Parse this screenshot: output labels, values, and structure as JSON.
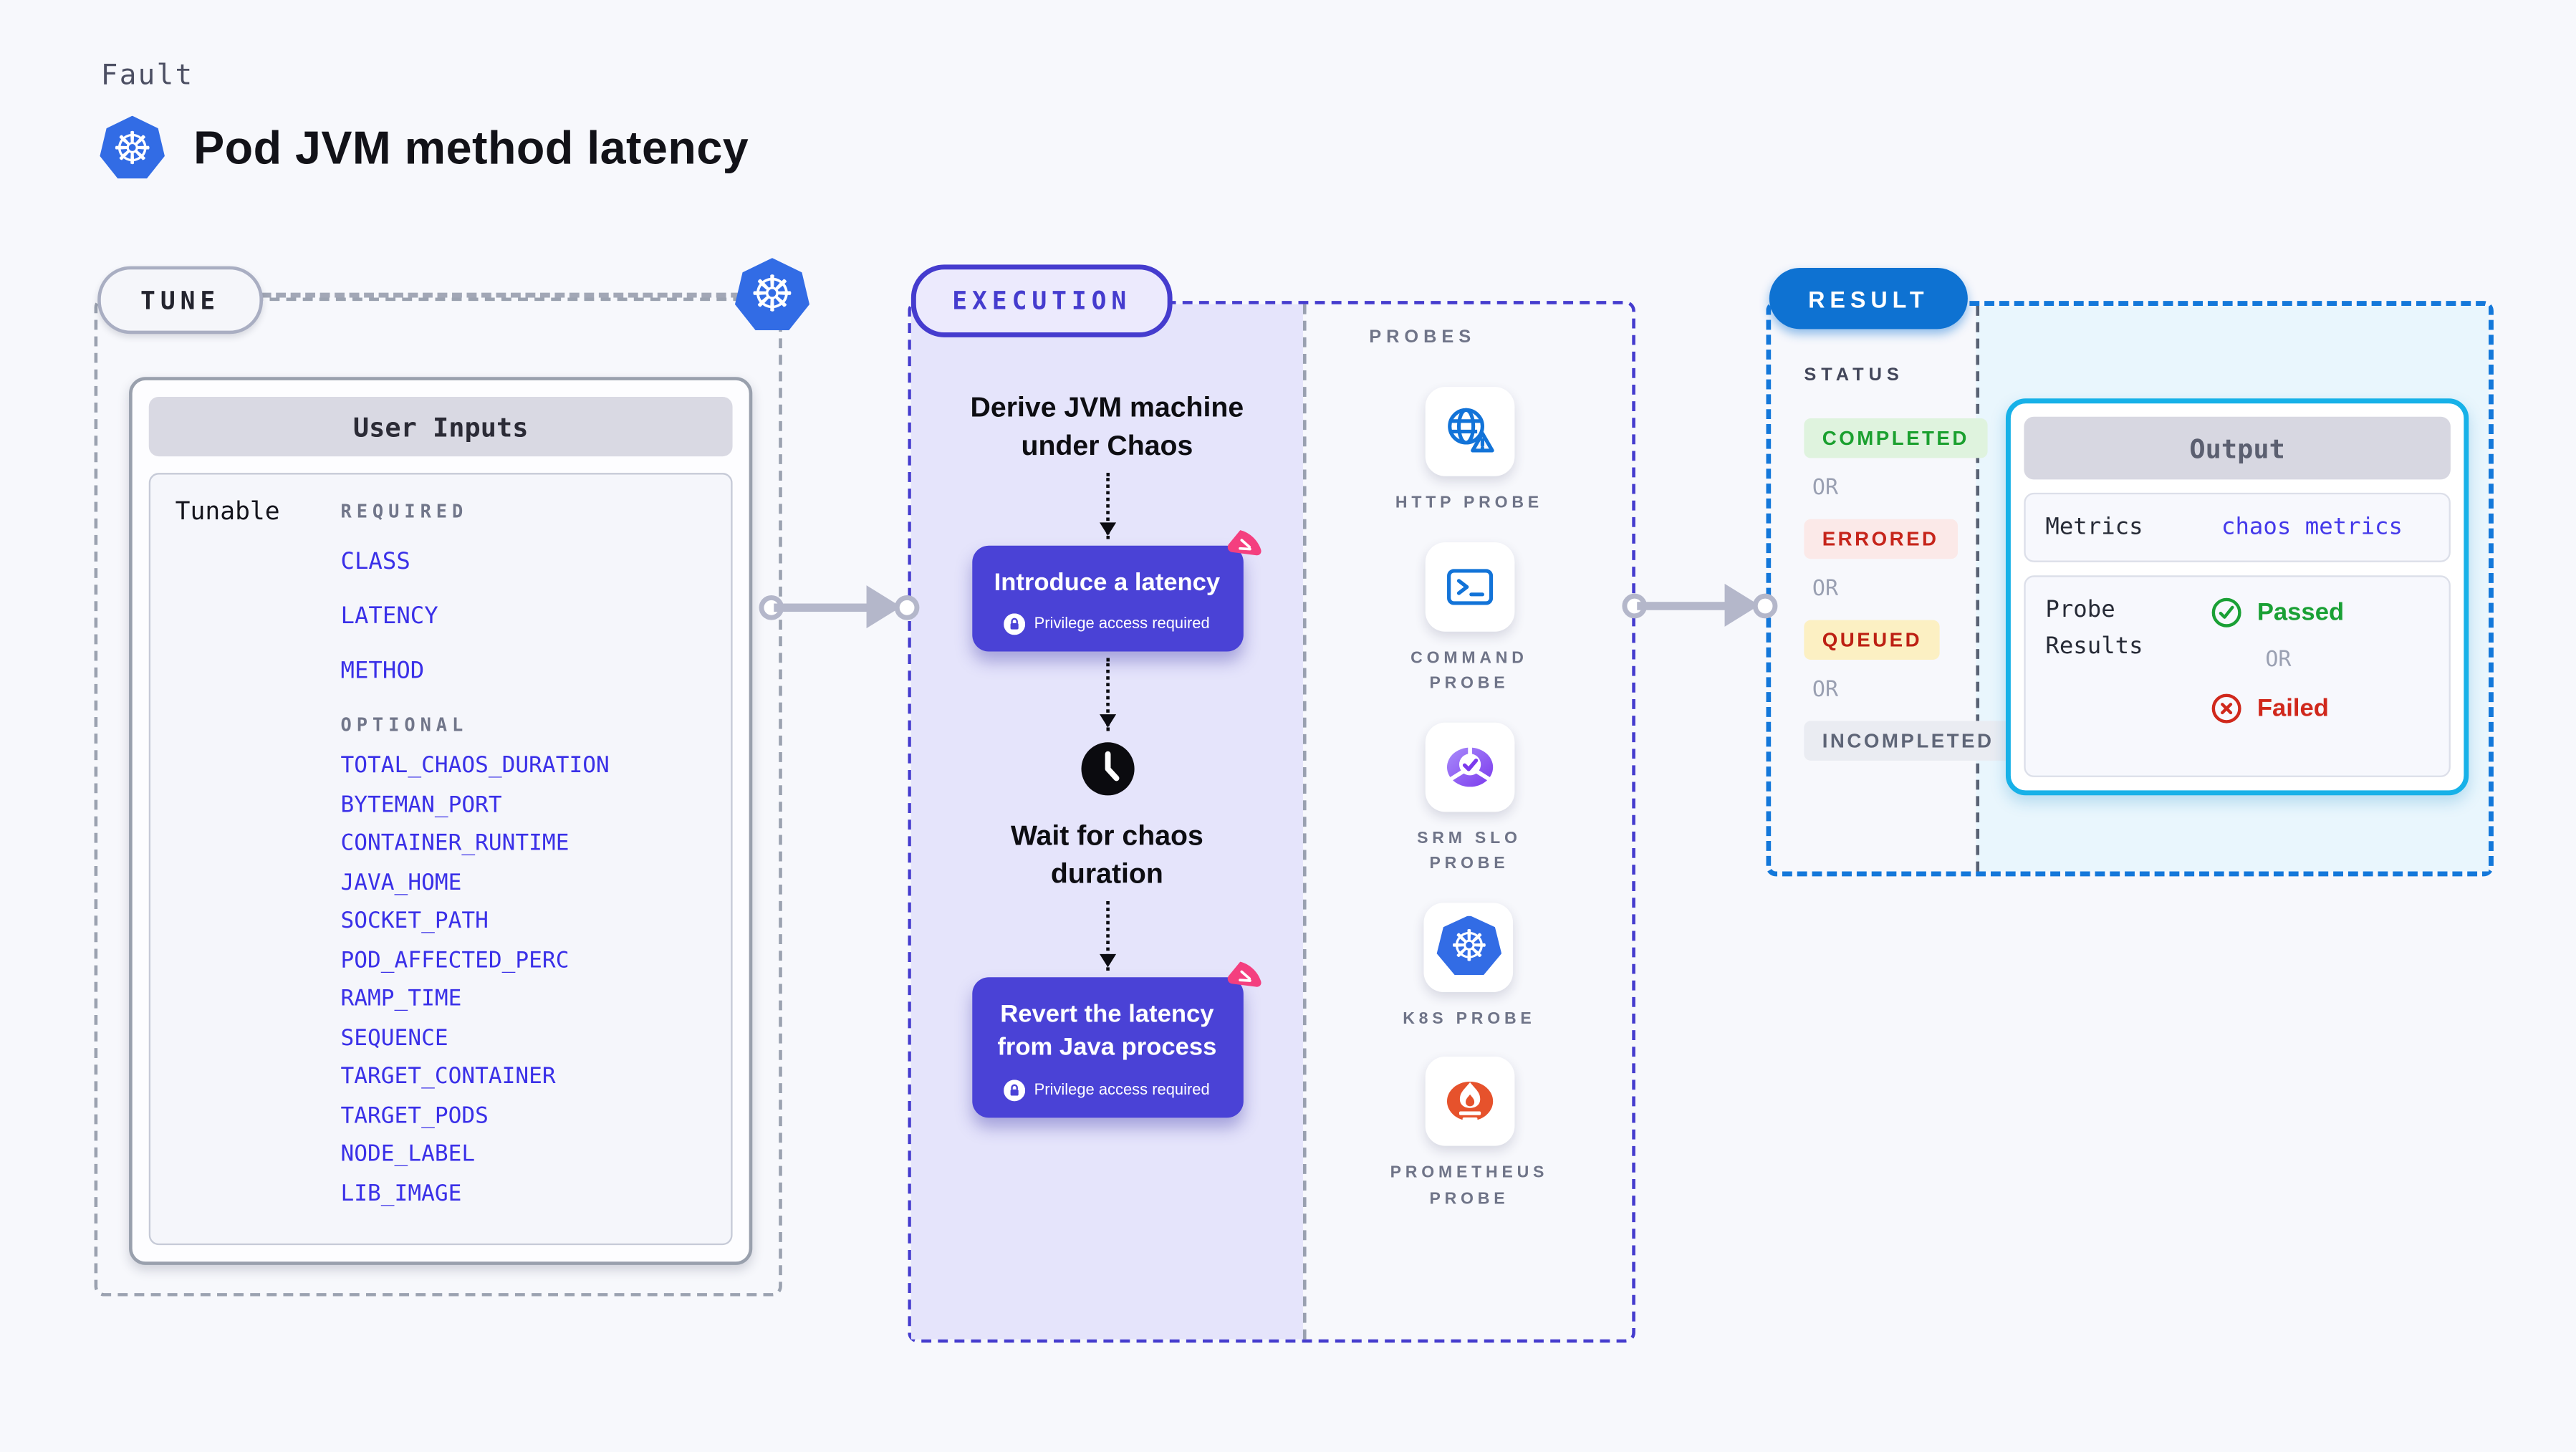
{
  "colors": {
    "page_bg": "#f7f8fc",
    "accent_indigo": "#453cce",
    "node_fill": "#4a42d6",
    "lavender_bg": "#e5e4fb",
    "result_blue": "#0e72d2",
    "result_dash": "#1478da",
    "output_cyan": "#17b1e8",
    "cyan_bg": "#e9f6fd",
    "param_blue": "#3a30e8",
    "success_green": "#1ba02f",
    "error_red": "#c6251b",
    "queued_red": "#bd2013",
    "k8s_blue": "#326ce5",
    "prometheus_orange": "#e6522c",
    "chaos_pink": "#f43f7f",
    "arrow_gray": "#b4b7ca"
  },
  "header": {
    "kicker": "Fault",
    "title": "Pod JVM method latency"
  },
  "tune": {
    "pill": "TUNE",
    "card_title": "User Inputs",
    "row_label": "Tunable",
    "required_label": "REQUIRED",
    "required_items": [
      "CLASS",
      "LATENCY",
      "METHOD"
    ],
    "optional_label": "OPTIONAL",
    "optional_items": [
      "TOTAL_CHAOS_DURATION",
      "BYTEMAN_PORT",
      "CONTAINER_RUNTIME",
      "JAVA_HOME",
      "SOCKET_PATH",
      "POD_AFFECTED_PERC",
      "RAMP_TIME",
      "SEQUENCE",
      "TARGET_CONTAINER",
      "TARGET_PODS",
      "NODE_LABEL",
      "LIB_IMAGE"
    ]
  },
  "execution": {
    "pill": "EXECUTION",
    "step1": "Derive JVM machine under Chaos",
    "step2": {
      "title": "Introduce a latency",
      "badge": "Privilege access required"
    },
    "step3": "Wait for chaos duration",
    "step4": {
      "title": "Revert the latency from Java process",
      "badge": "Privilege access required"
    }
  },
  "probes": {
    "label": "PROBES",
    "items": [
      {
        "icon": "http-probe-icon",
        "label": "HTTP PROBE"
      },
      {
        "icon": "command-probe-icon",
        "label": "COMMAND PROBE"
      },
      {
        "icon": "srm-slo-probe-icon",
        "label": "SRM SLO PROBE"
      },
      {
        "icon": "k8s-probe-icon",
        "label": "K8S PROBE"
      },
      {
        "icon": "prometheus-probe-icon",
        "label": "PROMETHEUS PROBE"
      }
    ]
  },
  "result": {
    "pill": "RESULT",
    "status_label": "STATUS",
    "or_label": "OR",
    "statuses": [
      {
        "label": "COMPLETED",
        "type": "success"
      },
      {
        "label": "ERRORED",
        "type": "error"
      },
      {
        "label": "QUEUED",
        "type": "warning"
      },
      {
        "label": "INCOMPLETED",
        "type": "neutral"
      }
    ],
    "output": {
      "title": "Output",
      "metrics_label": "Metrics",
      "metrics_value": "chaos metrics",
      "probe_results_label": "Probe Results",
      "passed": "Passed",
      "or": "OR",
      "failed": "Failed"
    }
  }
}
